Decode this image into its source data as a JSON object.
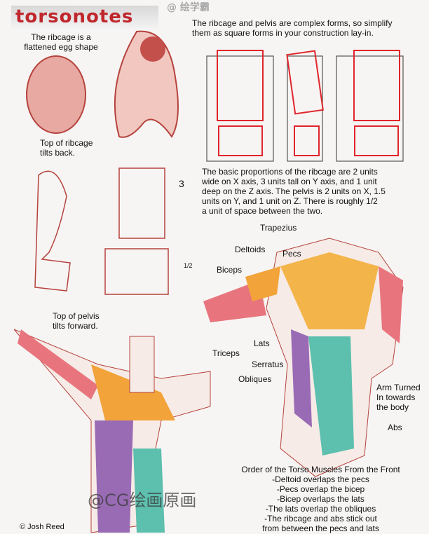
{
  "logo": "torsonotes",
  "watermark_top": "@ 绘学霸",
  "watermark_bottom": "@CG绘画原画",
  "captions": {
    "egg": [
      "The ribcage is a",
      "flattened egg shape"
    ],
    "ribcage_tilt": [
      "Top of ribcage",
      "tilts back."
    ],
    "pelvis_tilt": [
      "Top of pelvis",
      "tilts forward."
    ],
    "square_forms": [
      "The ribcage and pelvis are complex forms, so simplify",
      "them as square forms in your construction lay-in."
    ],
    "proportions": [
      "The basic proportions of the ribcage are 2 units",
      "wide on X axis, 3 units tall on Y axis, and 1 unit",
      "deep on the Z axis.  The pelvis is 2 units on X, 1.5",
      "units on Y, and 1 unit on Z.    There is roughly 1/2",
      "a unit of space between the two."
    ],
    "arm_turned": [
      "Arm Turned",
      "In towards",
      "the body"
    ]
  },
  "dimension_marks": {
    "y": "3",
    "half": "1/2"
  },
  "muscle_labels": {
    "trapezius": "Trapezius",
    "deltoids": "Deltoids",
    "pecs": "Pecs",
    "biceps": "Biceps",
    "lats": "Lats",
    "triceps": "Triceps",
    "serratus": "Serratus",
    "obliques": "Obliques",
    "abs": "Abs"
  },
  "order": {
    "title": "Order of the Torso Muscles From the Front",
    "items": [
      "-Deltoid overlaps the pecs",
      "-Pecs overlap the bicep",
      "-Bicep overlaps the lats",
      "-The lats overlap the obliques",
      "-The ribcage and abs stick out",
      "from between the pecs and lats"
    ]
  },
  "credit": "© Josh Reed",
  "colors": {
    "sketch": "#b5423c",
    "deltoid": "#f2a33a",
    "pecs": "#f3b44a",
    "biceps": "#e8757d",
    "lats": "#3b5fb0",
    "obliques": "#9a6bb5",
    "abs": "#5dbfae",
    "triceps": "#6a8a3a",
    "serratus": "#f1d34a",
    "box": "#e0252b"
  }
}
